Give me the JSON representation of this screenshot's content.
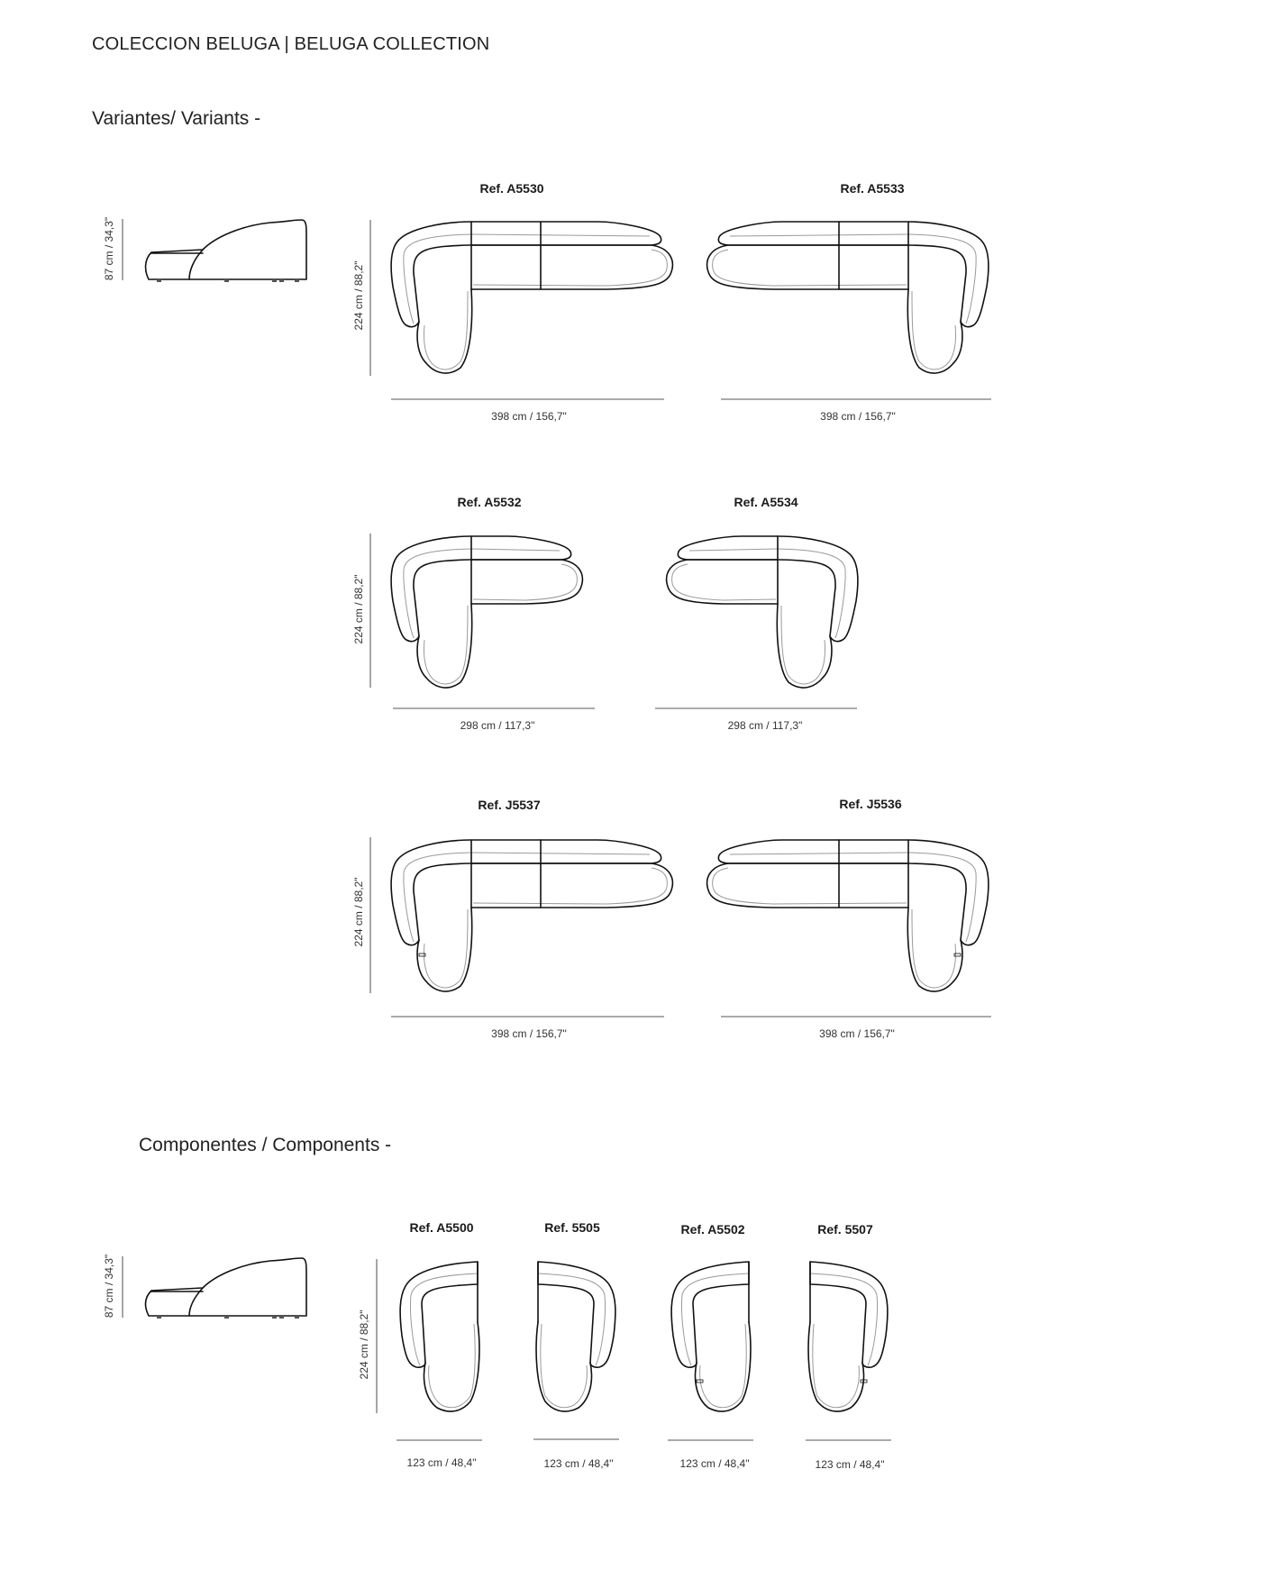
{
  "document": {
    "title": "COLECCION BELUGA | BELUGA COLLECTION"
  },
  "variants": {
    "heading": "Variantes/ Variants -",
    "side_view": {
      "height_label": "87 cm / 34,3\""
    },
    "items": [
      {
        "ref": "Ref. A5530",
        "width": "398 cm / 156,7\"",
        "depth": "224 cm / 88,2\"",
        "orientation": "left",
        "modules": 3
      },
      {
        "ref": "Ref. A5533",
        "width": "398 cm / 156,7\"",
        "orientation": "right",
        "modules": 3
      },
      {
        "ref": "Ref. A5532",
        "width": "298 cm / 117,3\"",
        "depth": "224 cm / 88,2\"",
        "orientation": "left",
        "modules": 2
      },
      {
        "ref": "Ref. A5534",
        "width": "298 cm / 117,3\"",
        "orientation": "right",
        "modules": 2
      },
      {
        "ref": "Ref. J5537",
        "width": "398 cm / 156,7\"",
        "depth": "224 cm / 88,2\"",
        "orientation": "left",
        "modules": 3
      },
      {
        "ref": "Ref. J5536",
        "width": "398 cm / 156,7\"",
        "orientation": "right",
        "modules": 3
      }
    ]
  },
  "components": {
    "heading": "Componentes / Components -",
    "side_view": {
      "height_label": "87 cm / 34,3\""
    },
    "depth": "224 cm / 88,2\"",
    "items": [
      {
        "ref": "Ref. A5500",
        "width": "123 cm / 48,4\""
      },
      {
        "ref": "Ref. 5505",
        "width": "123 cm / 48,4\""
      },
      {
        "ref": "Ref. A5502",
        "width": "123 cm / 48,4\""
      },
      {
        "ref": "Ref. 5507",
        "width": "123 cm / 48,4\""
      }
    ]
  }
}
